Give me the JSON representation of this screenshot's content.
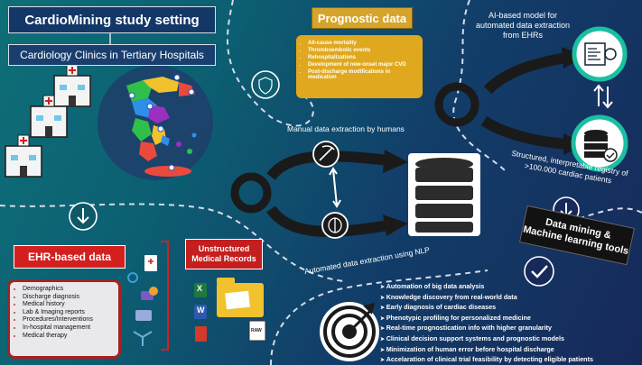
{
  "study": {
    "title": "CardioMining study setting",
    "subtitle": "Cardiology Clinics in Tertiary Hospitals"
  },
  "prognostic": {
    "title": "Prognostic data",
    "items": [
      "All-cause mortality",
      "Thromboembolic events",
      "Rehospitalizations",
      "Development of new-onset major CVD",
      "Post-discharge modifications in medication"
    ]
  },
  "ai_model": {
    "label": "AI-based model for automated data extraction from EHRs"
  },
  "extraction": {
    "manual": "Manual data extraction by humans",
    "nlp": "Automated data extraction using NLP"
  },
  "registry": {
    "label": "Structured, interpretable registry of >100.000 cardiac patients"
  },
  "data_mining": {
    "label": "Data mining & Machine learning tools"
  },
  "ehr": {
    "title": "EHR-based data",
    "items": [
      "Demographics",
      "Discharge diagnosis",
      "Medical history",
      "Lab & Imaging reports",
      "Procedures/Interventions",
      "In-hospital management",
      "Medical therapy"
    ]
  },
  "unstructured": {
    "title": "Unstructured Medical Records"
  },
  "benefits": [
    "Automation of big data analysis",
    "Knowledge discovery from real-world data",
    "Early diagnosis of cardiac diseases",
    "Phenotypic profiling for personalized medicine",
    "Real-time prognostication info with higher granularity",
    "Clinical decision support systems and prognostic models",
    "Minimization of human error before hospital discharge",
    "Accelaration of clinical trial feasibility by detecting eligible patients"
  ],
  "icons": {
    "excel": "X",
    "word": "W",
    "raw": "RAW"
  },
  "colors": {
    "prognostic": "#e0a81e",
    "ehr_title": "#d41f1f",
    "ehr_border": "#a82020",
    "accent_teal": "#1bbfa2"
  }
}
